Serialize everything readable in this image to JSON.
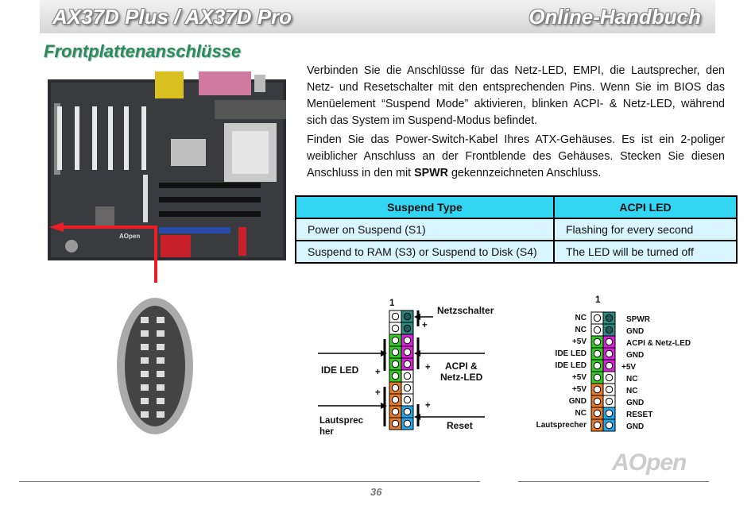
{
  "header": {
    "product": "AX37D Plus / AX37D Pro",
    "manual": "Online-Handbuch"
  },
  "section_title": "Frontplattenanschlüsse",
  "paragraphs": {
    "p1": "Verbinden Sie die Anschlüsse für das Netz-LED, EMPI, die Lautsprecher, den Netz- und Resetschalter mit den entsprechenden Pins. Wenn Sie im BIOS das Menüelement “Suspend Mode” aktivieren, blinken ACPI- & Netz-LED, während sich das System im Suspend-Modus befindet.",
    "p2_before": "Finden Sie das Power-Switch-Kabel Ihres ATX-Gehäuses. Es ist ein 2-poliger weiblicher Anschluss an der Frontblende des Gehäuses. Stecken Sie diesen Anschluss in den mit ",
    "p2_bold": "SPWR",
    "p2_after": " gekennzeichneten Anschluss."
  },
  "motherboard": {
    "logo": "AOpen"
  },
  "table": {
    "headers": [
      "Suspend Type",
      "ACPI LED"
    ],
    "rows": [
      [
        "Power on Suspend (S1)",
        "Flashing for every second"
      ],
      [
        "Suspend to RAM (S3) or Suspend to Disk (S4)",
        "The LED will be turned off"
      ]
    ]
  },
  "diagram1": {
    "pin1": "1",
    "netzschalter": "Netzschalter",
    "acpi": "ACPI &",
    "netzled": "Netz-LED",
    "ideled": "IDE LED",
    "lautsprecher_1": "Lautsprec",
    "lautsprecher_2": "her",
    "reset": "Reset",
    "plus": "+"
  },
  "diagram2": {
    "pin1": "1",
    "left": [
      "NC",
      "NC",
      "+5V",
      "IDE LED",
      "IDE LED",
      "+5V",
      "+5V",
      "GND",
      "NC",
      "Lautsprecher"
    ],
    "right": [
      "SPWR",
      "GND",
      "ACPI & Netz-LED",
      "GND",
      "+5V",
      "NC",
      "NC",
      "GND",
      "RESET",
      "GND"
    ]
  },
  "colors": {
    "teal": "#2a8a82",
    "magenta": "#dd22dd",
    "green": "#33cc22",
    "orange": "#e87a28",
    "blue": "#22aaee",
    "white": "#ffffff"
  },
  "left_colors": [
    "white",
    "white",
    "green",
    "green",
    "green",
    "green",
    "orange",
    "orange",
    "orange",
    "orange"
  ],
  "right_colors": [
    "teal",
    "teal",
    "magenta",
    "magenta",
    "magenta",
    "white",
    "white",
    "white",
    "blue",
    "blue"
  ],
  "footer": {
    "page": "36",
    "logo": "AOpen"
  }
}
